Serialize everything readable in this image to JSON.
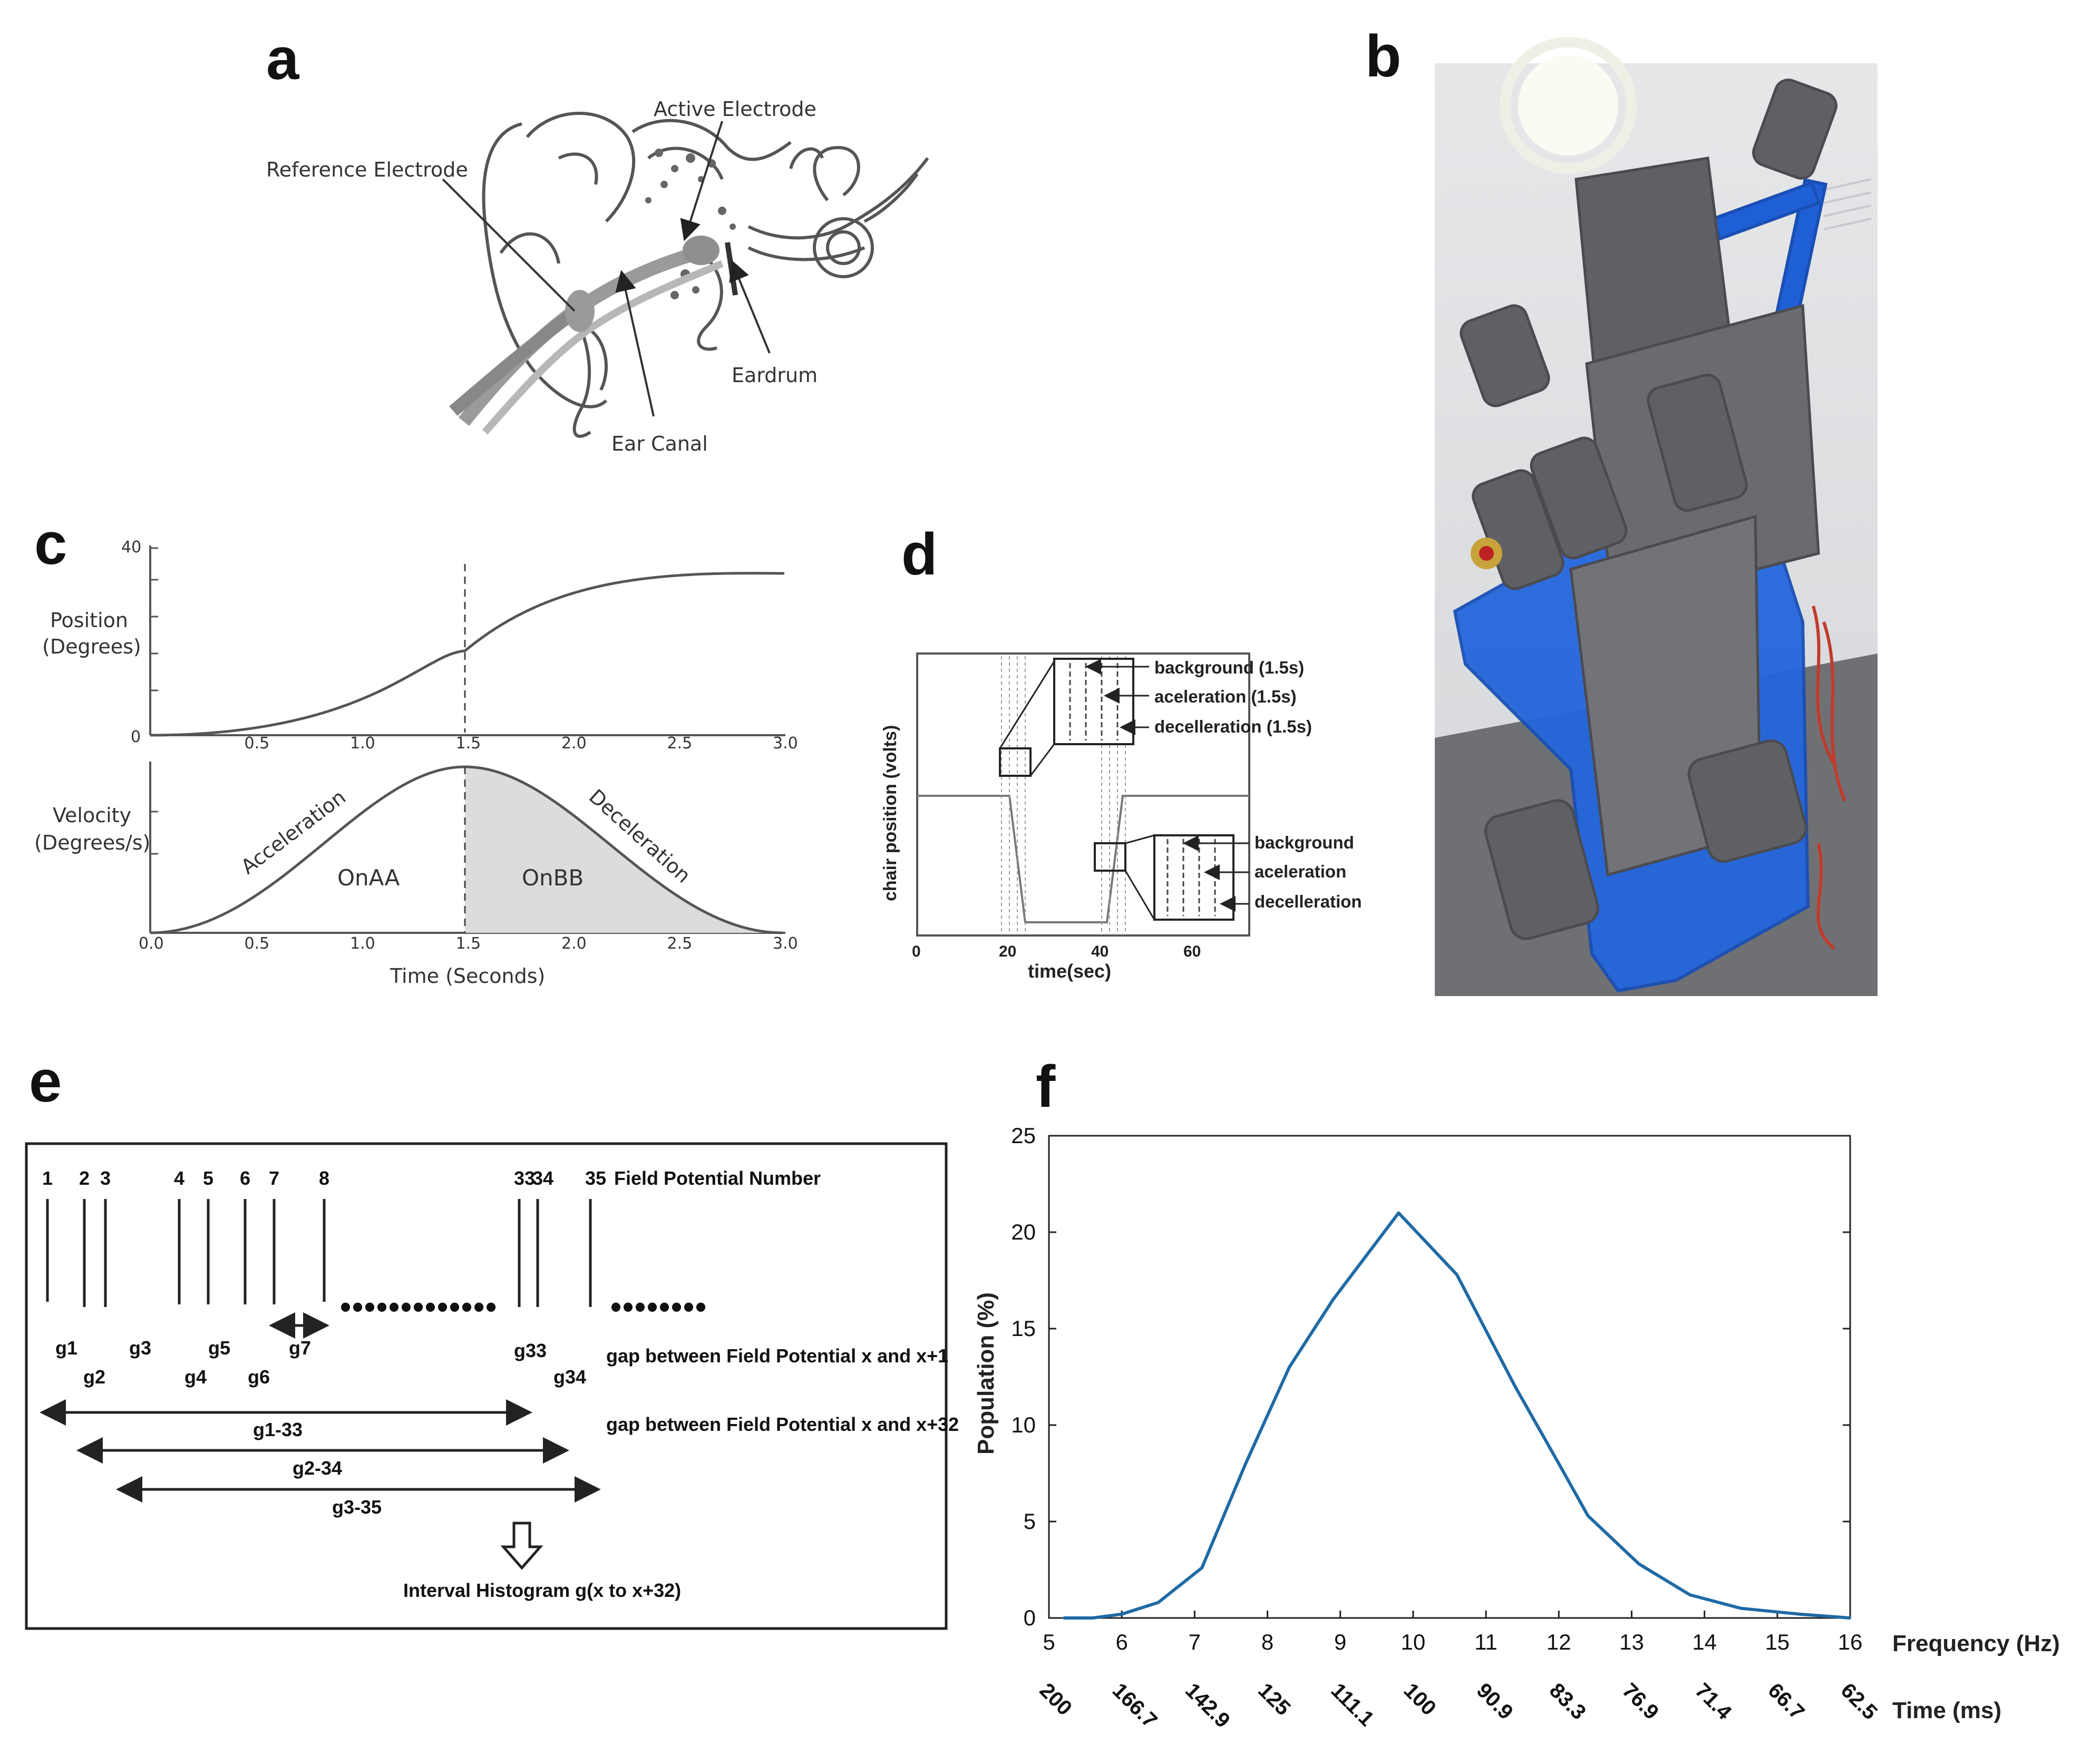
{
  "panel_labels": {
    "a": "a",
    "b": "b",
    "c": "c",
    "d": "d",
    "e": "e",
    "f": "f"
  },
  "panel_a": {
    "labels": {
      "reference": "Reference Electrode",
      "active": "Active Electrode",
      "eardrum": "Eardrum",
      "canal": "Ear Canal"
    }
  },
  "panel_c": {
    "position_label": [
      "Position",
      "(Degrees)"
    ],
    "velocity_label": [
      "Velocity",
      "(Degrees/s)"
    ],
    "xlabel": "Time (Seconds)",
    "pos_ticks": [
      "0",
      "40"
    ],
    "xticks": [
      "0.0",
      "0.5",
      "1.0",
      "1.5",
      "2.0",
      "2.5",
      "3.0"
    ],
    "top_xticks": [
      "0.5",
      "1.0",
      "1.5",
      "2.0",
      "2.5",
      "3.0"
    ],
    "acceleration": "Acceleration",
    "deceleration": "Deceleration",
    "onaa": "OnAA",
    "onbb": "OnBB"
  },
  "panel_d": {
    "ylabel": "chair position (volts)",
    "xlabel": "time(sec)",
    "xticks": [
      "0",
      "20",
      "40",
      "60"
    ],
    "upper": [
      "background (1.5s)",
      "aceleration (1.5s)",
      "decelleration (1.5s)"
    ],
    "lower": [
      "background",
      "aceleration",
      "decelleration"
    ]
  },
  "panel_e": {
    "fp_numbers": [
      "1",
      "2",
      "3",
      "4",
      "5",
      "6",
      "7",
      "8",
      "33",
      "34",
      "35"
    ],
    "fp_label": "Field Potential Number",
    "gaps": [
      "g1",
      "g2",
      "g3",
      "g4",
      "g5",
      "g6",
      "g7",
      "g33",
      "g34"
    ],
    "gap_label": "gap between Field Potential x and x+1",
    "gap32_label": "gap between Field Potential x and x+32",
    "spans": [
      "g1-33",
      "g2-34",
      "g3-35"
    ],
    "histogram": "Interval Histogram g(x to x+32)"
  },
  "chart_data": {
    "type": "line",
    "xlabel": "Frequency (Hz)",
    "x2label": "Time (ms)",
    "ylabel": "Population (%)",
    "xlim": [
      5,
      16
    ],
    "ylim": [
      0,
      25
    ],
    "xticks": [
      "5",
      "6",
      "7",
      "8",
      "9",
      "10",
      "11",
      "12",
      "13",
      "14",
      "15",
      "16"
    ],
    "yticks": [
      "0",
      "5",
      "10",
      "15",
      "20",
      "25"
    ],
    "time_ticks": [
      "200",
      "166.7",
      "142.9",
      "125",
      "111.1",
      "100",
      "90.9",
      "83.3",
      "76.9",
      "71.4",
      "66.7",
      "62.5"
    ],
    "x": [
      5.2,
      5.6,
      6.0,
      6.5,
      7.1,
      7.7,
      8.3,
      8.9,
      9.3,
      9.8,
      10.6,
      11.4,
      12.0,
      12.4,
      13.1,
      13.8,
      14.5,
      15.3,
      16.0
    ],
    "y": [
      0,
      0,
      0.2,
      0.8,
      2.6,
      8,
      13,
      16.5,
      18.5,
      21,
      17.8,
      12,
      8,
      5.3,
      2.8,
      1.2,
      0.5,
      0.2,
      0
    ],
    "color": "#1f6aa5"
  }
}
